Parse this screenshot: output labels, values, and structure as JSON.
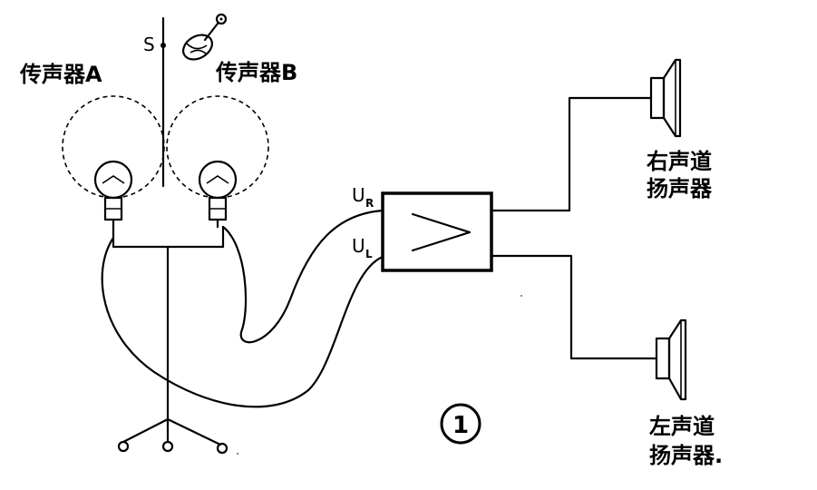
{
  "diagram": {
    "labels": {
      "mic_a": "传声器A",
      "mic_b": "传声器B",
      "source": "S",
      "input_r_main": "U",
      "input_r_sub": "R",
      "input_l_main": "U",
      "input_l_sub": "L",
      "right_speaker_line1": "右声道",
      "right_speaker_line2": "扬声器",
      "left_speaker_line1": "左声道",
      "left_speaker_line2": "扬声器.",
      "figure_number": "1"
    },
    "icons": [
      "violin-icon",
      "microphone-icon",
      "amplifier-icon",
      "loudspeaker-icon",
      "tripod-stand-icon"
    ],
    "colors": {
      "ink": "#000000",
      "paper": "#ffffff"
    }
  }
}
